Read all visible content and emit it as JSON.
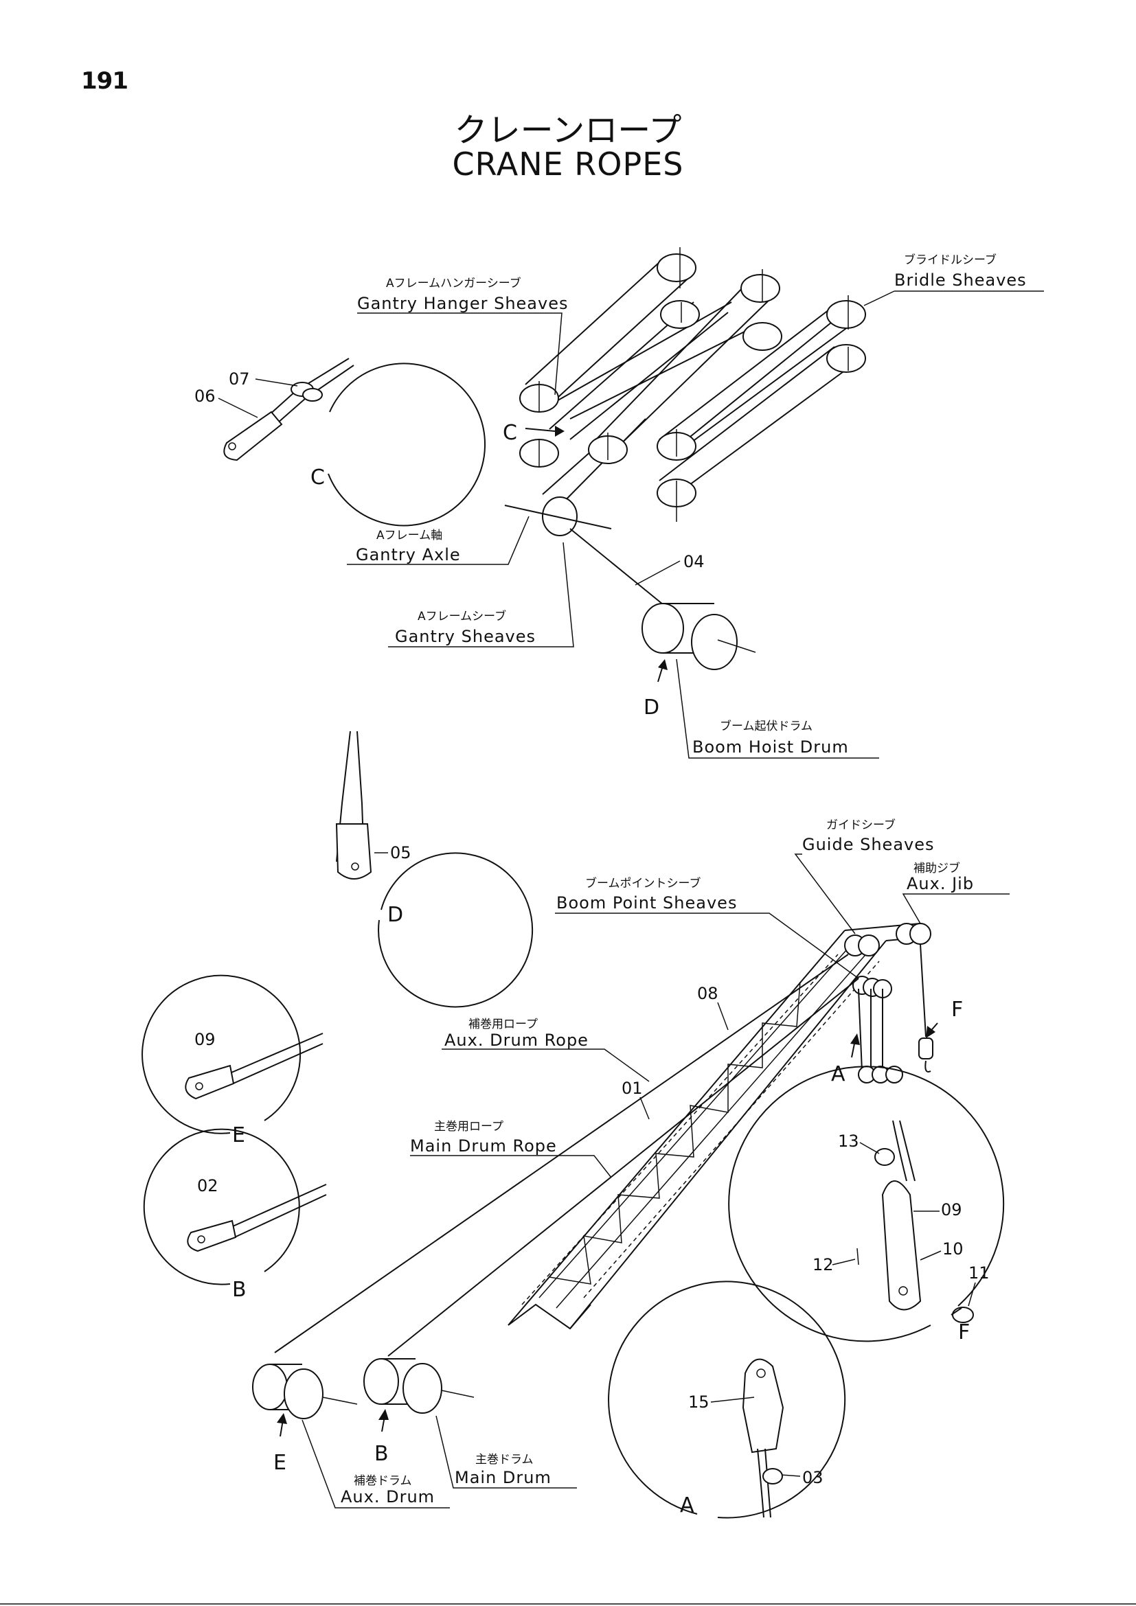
{
  "page_number": "191",
  "title": {
    "japanese": "クレーンロープ",
    "english": "CRANE ROPES"
  },
  "callouts": {
    "gantry_hanger_sheaves": {
      "jp": "Aフレームハンガーシーブ",
      "en": "Gantry Hanger Sheaves"
    },
    "bridle_sheaves": {
      "jp": "ブライドルシーブ",
      "en": "Bridle Sheaves"
    },
    "gantry_axle": {
      "jp": "Aフレーム軸",
      "en": "Gantry  Axle"
    },
    "gantry_sheaves": {
      "jp": "Aフレームシーブ",
      "en": "Gantry  Sheaves"
    },
    "boom_hoist_drum": {
      "jp": "ブーム起伏ドラム",
      "en": "Boom  Hoist  Drum"
    },
    "guide_sheaves": {
      "jp": "ガイドシーブ",
      "en": "Guide   Sheaves"
    },
    "aux_jib": {
      "jp": "補助ジブ",
      "en": "Aux. Jib"
    },
    "boom_point_sheaves": {
      "jp": "ブームポイントシーブ",
      "en": "Boom  Point   Sheaves"
    },
    "aux_drum_rope": {
      "jp": "補巻用ロープ",
      "en": "Aux. Drum Rope"
    },
    "main_drum_rope": {
      "jp": "主巻用ロープ",
      "en": "Main  Drum  Rope"
    },
    "main_drum": {
      "jp": "主巻ドラム",
      "en": "Main   Drum"
    },
    "aux_drum": {
      "jp": "補巻ドラム",
      "en": "Aux. Drum"
    }
  },
  "part_numbers": [
    "01",
    "02",
    "03",
    "04",
    "05",
    "06",
    "07",
    "08",
    "09",
    "10",
    "11",
    "12",
    "13",
    "15"
  ],
  "view_letters": [
    "A",
    "B",
    "C",
    "D",
    "E",
    "F"
  ]
}
